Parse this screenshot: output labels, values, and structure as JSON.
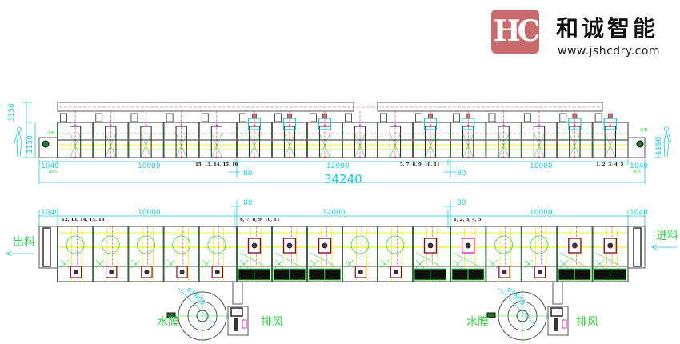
{
  "logo": {
    "mark": "HC",
    "brand_name": "和诚智能",
    "url": "www.jshcdry.com",
    "color": "#c96a6c"
  },
  "elevation": {
    "height_total": "3150",
    "height_body": "1150",
    "dim_left_end": "1040",
    "dim_left_section": "10000",
    "dim_mid_section": "12000",
    "dim_right_section": "10000",
    "dim_right_end": "1040",
    "gap_1": "80",
    "gap_2": "80",
    "total_length": "34240",
    "zone_labels": [
      "15, 13, 14, 15, 16",
      "5, 7, 8, 9, 10, 11",
      "1, 2, 3, 4, 5"
    ],
    "end_label_left": "出料",
    "end_label_right": "进料"
  },
  "plan": {
    "dim_left_end": "1040",
    "dim_left_section": "10000",
    "dim_mid_section": "12000",
    "dim_right_section": "10000",
    "dim_right_end": "1040",
    "gap_1": "80",
    "gap_2": "80",
    "zone_labels": [
      "12, 13, 14, 15, 16",
      "6, 7, 8, 9, 10, 11",
      "1, 2, 3, 4, 5"
    ],
    "outlet_label": "出料",
    "inlet_label": "进料",
    "blowers": [
      {
        "water_film_label": "水膜",
        "exhaust_label": "排风",
        "diameter": "ø1800"
      },
      {
        "water_film_label": "水膜",
        "exhaust_label": "排风",
        "diameter": "ø1800"
      }
    ]
  },
  "colors": {
    "dimension": "#1ec8d8",
    "frame": "#3a6b3a",
    "green": "#36d04a",
    "yellow": "#e8e800",
    "magenta": "#e020c0",
    "red": "#d02020"
  }
}
